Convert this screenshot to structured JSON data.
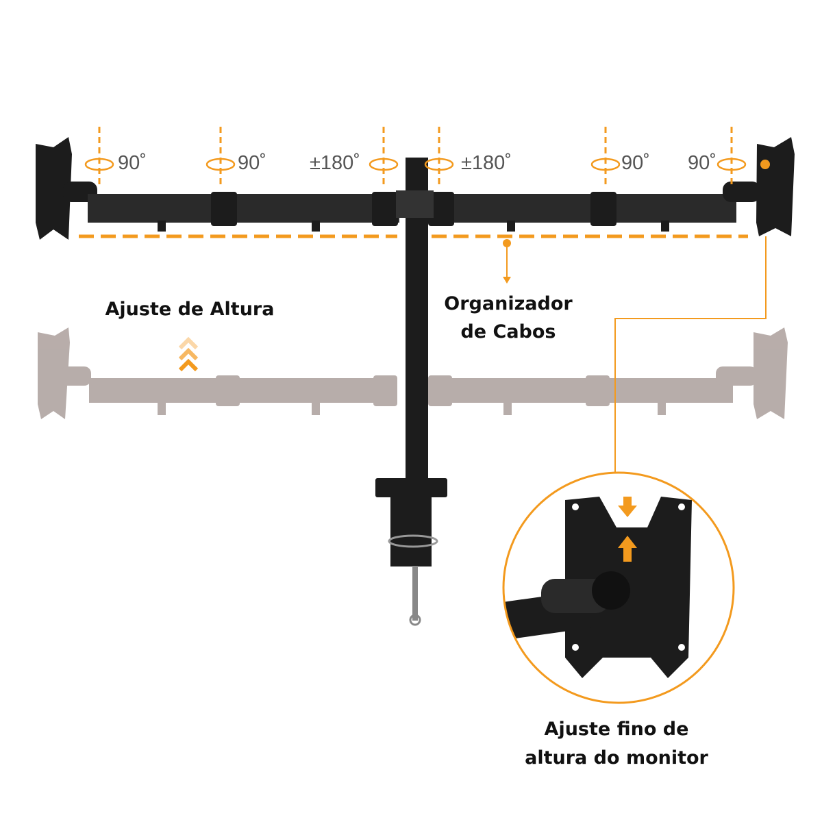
{
  "rotation_labels": [
    "90˚",
    "90˚",
    "±180˚",
    "±180˚",
    "90˚",
    "90˚"
  ],
  "labels": {
    "height_adjust": "Ajuste de Altura",
    "cable_organizer_line1": "Organizador",
    "cable_organizer_line2": "de Cabos",
    "fine_adjust_line1": "Ajuste fino de",
    "fine_adjust_line2": "altura do monitor"
  },
  "colors": {
    "accent": "#f39a1e",
    "arm": "#1c1c1c",
    "ghost_arm": "#9a8f8b"
  }
}
